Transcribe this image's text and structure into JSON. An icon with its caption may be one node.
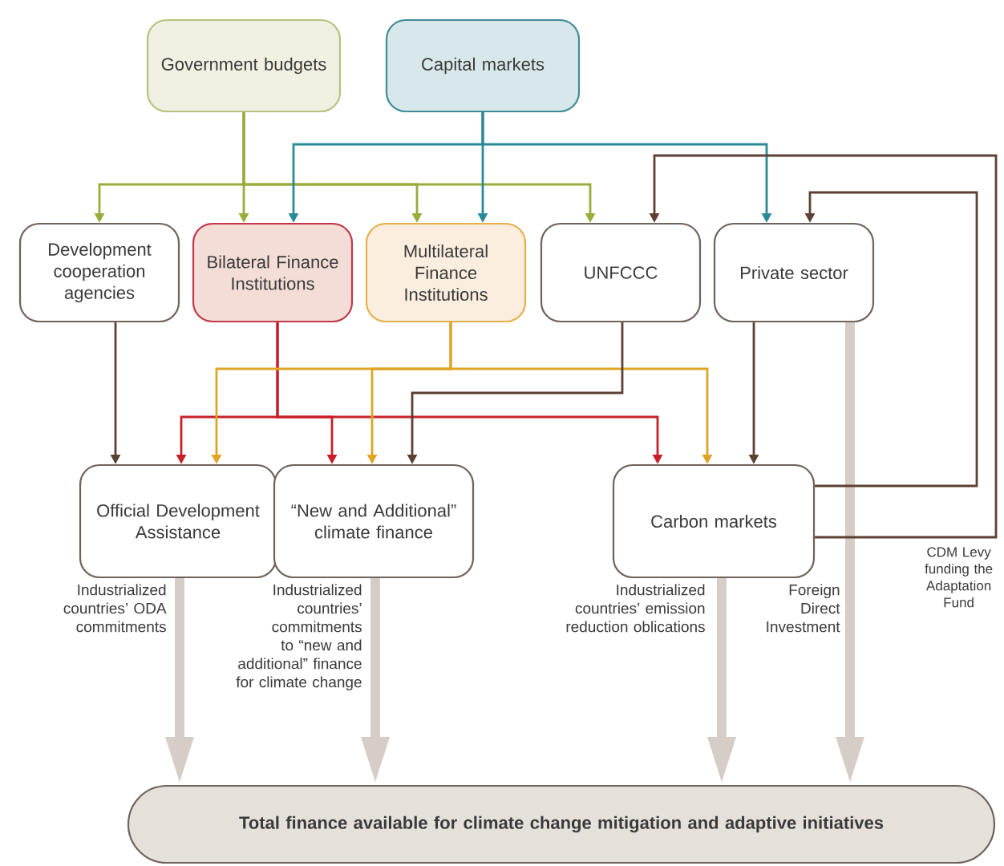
{
  "diagram": {
    "nodes": [
      {
        "text": [
          "Government budgets"
        ]
      },
      {
        "text": [
          "Capital markets"
        ]
      },
      {
        "text": [
          "Development cooperation agencies"
        ]
      },
      {
        "text": [
          "Bilateral Finance Institutions"
        ]
      },
      {
        "text": [
          "Multilateral Finance Institutions"
        ]
      },
      {
        "text": [
          "UNFCCC"
        ]
      },
      {
        "text": [
          "Private sector"
        ]
      },
      {
        "text": [
          "Official Development Assistance"
        ]
      },
      {
        "text": [
          "“New and Additional” climate finance"
        ]
      },
      {
        "text": [
          "Carbon markets"
        ]
      },
      {
        "text": [
          "Total finance available for climate change mitigation and adaptive initiatives"
        ]
      }
    ],
    "edges": [
      {
        "from": 0,
        "to": 2,
        "arrow": "to",
        "color": "#9aab3a"
      },
      {
        "from": 0,
        "to": 3,
        "arrow": "to",
        "color": "#9aab3a"
      },
      {
        "from": 0,
        "to": 4,
        "arrow": "to",
        "color": "#9aab3a"
      },
      {
        "from": 0,
        "to": 5,
        "arrow": "to",
        "color": "#9aab3a"
      },
      {
        "from": 1,
        "to": 3,
        "arrow": "to",
        "color": "#2a8a96"
      },
      {
        "from": 1,
        "to": 4,
        "arrow": "to",
        "color": "#2a8a96"
      },
      {
        "from": 1,
        "to": 6,
        "arrow": "to",
        "color": "#2a8a96"
      },
      {
        "from": 2,
        "to": 7,
        "arrow": "to"
      },
      {
        "from": 3,
        "to": 7,
        "arrow": "to",
        "color": "#c8202a"
      },
      {
        "from": 3,
        "to": 8,
        "arrow": "to",
        "color": "#c8202a"
      },
      {
        "from": 3,
        "to": 9,
        "arrow": "to",
        "color": "#c8202a"
      },
      {
        "from": 4,
        "to": 7,
        "arrow": "to",
        "color": "#e0a525"
      },
      {
        "from": 4,
        "to": 8,
        "arrow": "to",
        "color": "#e0a525"
      },
      {
        "from": 4,
        "to": 9,
        "arrow": "to",
        "color": "#e0a525"
      },
      {
        "from": 5,
        "to": 8,
        "arrow": "to"
      },
      {
        "from": 6,
        "to": 9,
        "arrow": "to"
      },
      {
        "from": 9,
        "to": 6,
        "arrow": "to"
      },
      {
        "from": 9,
        "to": 5,
        "arrow": "to",
        "label": "CDM Levy funding the Adaptation Fund"
      },
      {
        "from": 6,
        "to": 10,
        "arrow": "to",
        "label": "Foreign Direct Investment",
        "style": "thick",
        "color": "#d6cec6"
      },
      {
        "from": 7,
        "to": 10,
        "arrow": "to",
        "label": "Industrialized countries’ ODA commitments",
        "style": "thick",
        "color": "#d6cec6"
      },
      {
        "from": 8,
        "to": 10,
        "arrow": "to",
        "label": "Industrialized countries’ commitments to “new and additional” finance for climate change",
        "style": "thick",
        "color": "#d6cec6"
      },
      {
        "from": 9,
        "to": 10,
        "arrow": "to",
        "label": "Industrialized countries’ emission reduction oblications",
        "style": "thick",
        "color": "#d6cec6"
      }
    ]
  }
}
